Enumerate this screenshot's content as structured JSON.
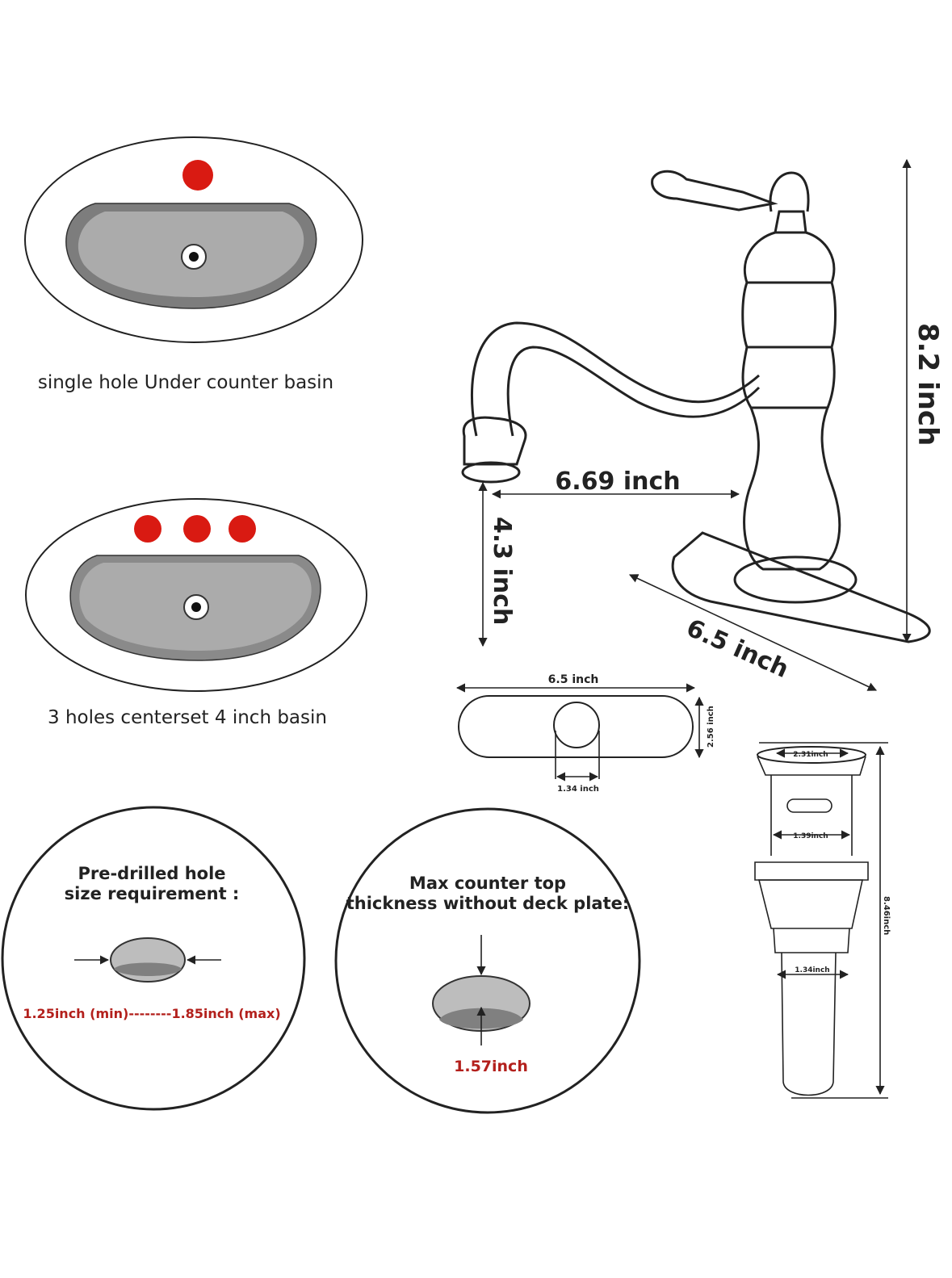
{
  "basins": {
    "single_caption": "single hole Under counter basin",
    "triple_caption": "3 holes centerset 4 inch basin"
  },
  "faucet": {
    "height": "8.2 inch",
    "reach": "6.69 inch",
    "spout_height": "4.3 inch",
    "deck_length": "6.5 inch"
  },
  "deck_plate": {
    "length": "6.5 inch",
    "width": "2.56 inch",
    "hole": "1.34 inch"
  },
  "drain": {
    "top": "2.31inch",
    "mid": "1.39inch",
    "pipe": "1.34inch",
    "height": "8.46inch"
  },
  "hole_requirement": {
    "title_line1": "Pre-drilled hole",
    "title_line2": "size requirement :",
    "range": "1.25inch (min)--------1.85inch (max)"
  },
  "thickness": {
    "title_line1": "Max counter top",
    "title_line2": "thickness without deck plate:",
    "value": "1.57inch"
  },
  "colors": {
    "hole_red": "#d91a12",
    "basin_gray": "#a9a9a9",
    "basin_dark": "#7a7a7a",
    "label_red": "#b3201c"
  }
}
